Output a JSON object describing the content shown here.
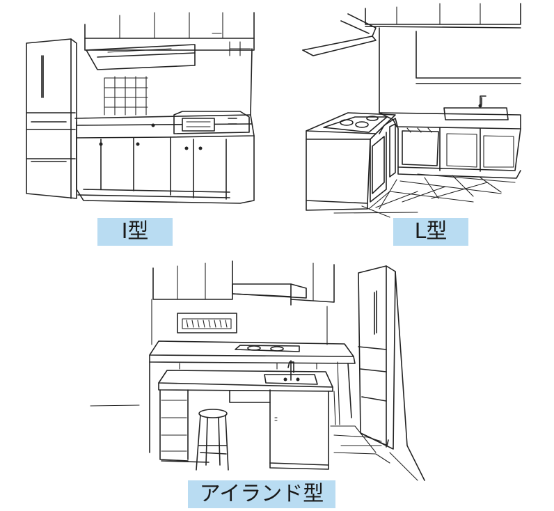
{
  "labels": {
    "i_type": "I型",
    "l_type": "L型",
    "island_type": "アイランド型"
  },
  "colors": {
    "label_background": "#b9dcf2",
    "line": "#222222",
    "background": "#ffffff"
  }
}
